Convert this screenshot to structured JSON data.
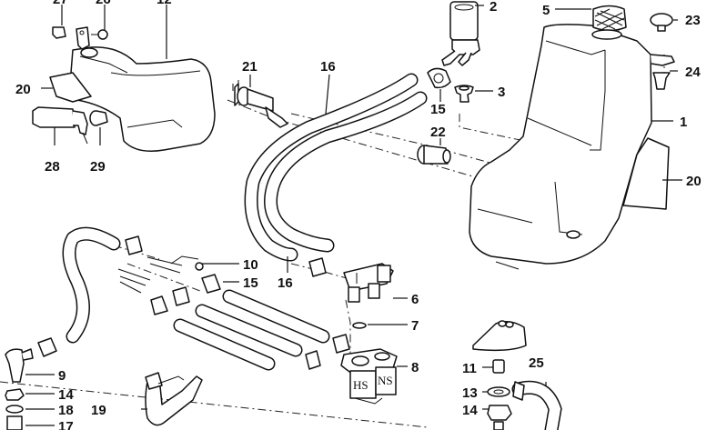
{
  "diagram": {
    "title": "Windshield washer system exploded parts diagram",
    "callouts": [
      {
        "id": "c1",
        "number": "1",
        "part": "washer-fluid-tank"
      },
      {
        "id": "c2",
        "number": "2",
        "part": "washer-pump"
      },
      {
        "id": "c3",
        "number": "3",
        "part": "grommet"
      },
      {
        "id": "c5",
        "number": "5",
        "part": "filler-cap"
      },
      {
        "id": "c6",
        "number": "6",
        "part": "valve-assembly"
      },
      {
        "id": "c7",
        "number": "7",
        "part": "o-ring"
      },
      {
        "id": "c8",
        "number": "8",
        "part": "solenoid-valve"
      },
      {
        "id": "c9",
        "number": "9",
        "part": "hose-connector"
      },
      {
        "id": "c10",
        "number": "10",
        "part": "y-connector"
      },
      {
        "id": "c11",
        "number": "11",
        "part": "nozzle-stud"
      },
      {
        "id": "c13",
        "number": "13",
        "part": "washer"
      },
      {
        "id": "c14a",
        "number": "14",
        "part": "nut"
      },
      {
        "id": "c14b",
        "number": "14",
        "part": "nut"
      },
      {
        "id": "c15a",
        "number": "15",
        "part": "hose-clip"
      },
      {
        "id": "c15b",
        "number": "15",
        "part": "hose-clip"
      },
      {
        "id": "c16a",
        "number": "16",
        "part": "washer-hose"
      },
      {
        "id": "c16b",
        "number": "16",
        "part": "washer-hose"
      },
      {
        "id": "c17",
        "number": "17",
        "part": "sleeve"
      },
      {
        "id": "c18",
        "number": "18",
        "part": "washer"
      },
      {
        "id": "c19",
        "number": "19",
        "part": "hose-holder"
      },
      {
        "id": "c20a",
        "number": "20",
        "part": "insulation-mat"
      },
      {
        "id": "c20b",
        "number": "20",
        "part": "insulation-mat"
      },
      {
        "id": "c21",
        "number": "21",
        "part": "level-sensor"
      },
      {
        "id": "c22",
        "number": "22",
        "part": "plug"
      },
      {
        "id": "c23",
        "number": "23",
        "part": "expanding-rivet"
      },
      {
        "id": "c24",
        "number": "24",
        "part": "expanding-nut"
      },
      {
        "id": "c25",
        "number": "25",
        "part": "hose-bend"
      },
      {
        "id": "c27",
        "number": "27",
        "part": "clip-nut"
      },
      {
        "id": "c28",
        "number": "28",
        "part": "headlight-washer-pump"
      },
      {
        "id": "c29",
        "number": "29",
        "part": "grommet"
      },
      {
        "id": "c12",
        "number": "12",
        "part": "auxiliary-tank"
      },
      {
        "id": "c26",
        "number": "26",
        "part": "screw"
      }
    ],
    "valve_markings": {
      "hs": "HS",
      "ns": "NS"
    }
  }
}
